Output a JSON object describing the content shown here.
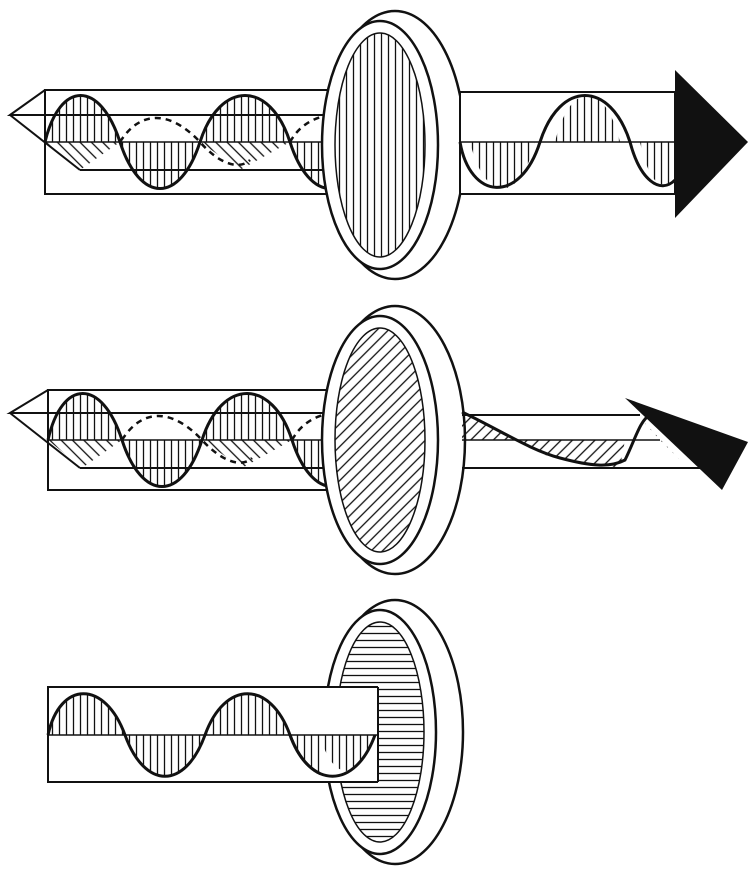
{
  "figure": {
    "panels": [
      {
        "id": "panel-1",
        "filter_hatch": "vertical",
        "waves_in": [
          "vertical",
          "horizontal"
        ],
        "wave_out": "vertical",
        "arrow": "straight"
      },
      {
        "id": "panel-2",
        "filter_hatch": "diagonal",
        "waves_in": [
          "vertical",
          "horizontal"
        ],
        "wave_out": "diagonal",
        "arrow": "tilted"
      },
      {
        "id": "panel-3",
        "filter_hatch": "horizontal",
        "waves_in": [
          "vertical"
        ],
        "wave_out": "none",
        "arrow": "none"
      }
    ],
    "colors": {
      "ink": "#111111",
      "paper": "#ffffff"
    }
  }
}
